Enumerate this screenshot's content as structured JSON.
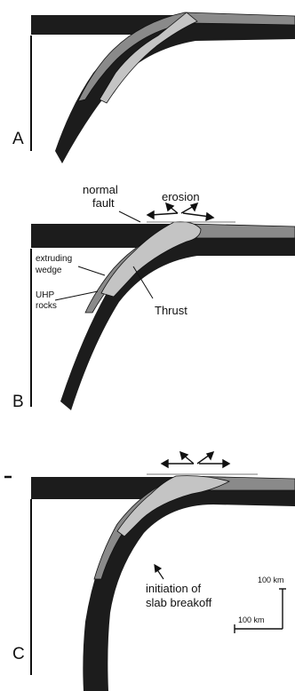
{
  "panels": [
    {
      "letter": "A"
    },
    {
      "letter": "B",
      "normal_fault_line1": "normal",
      "normal_fault_line2": "fault",
      "erosion": "erosion",
      "extruding_wedge_line1": "extruding",
      "extruding_wedge_line2": "wedge",
      "uhp_line1": "UHP",
      "uhp_line2": "rocks",
      "thrust": "Thrust"
    },
    {
      "letter": "C",
      "breakoff_line1": "initiation of",
      "breakoff_line2": "slab breakoff",
      "scale_vertical": "100 km",
      "scale_horizontal": "100 km"
    }
  ],
  "colors": {
    "lithosphere": "#1c1c1c",
    "crust_wedge": "#8a8a8a",
    "crust_light": "#c4c4c4",
    "outline": "#111111"
  }
}
